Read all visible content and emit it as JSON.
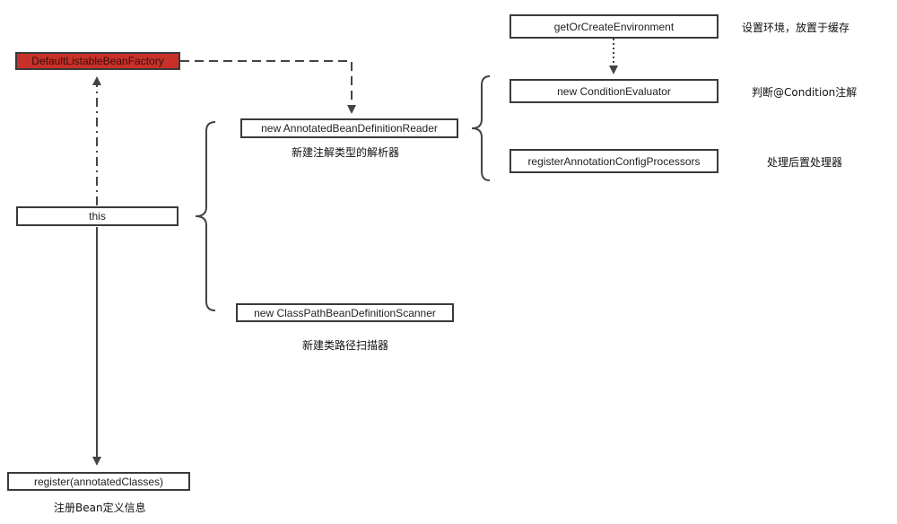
{
  "nodes": {
    "factory": "DefaultListableBeanFactory",
    "this": "this",
    "register": "register(annotatedClasses)",
    "reader": "new AnnotatedBeanDefinitionReader",
    "scanner": "new ClassPathBeanDefinitionScanner",
    "env": "getOrCreateEnvironment",
    "evaluator": "new ConditionEvaluator",
    "processors": "registerAnnotationConfigProcessors"
  },
  "captions": {
    "reader": "新建注解类型的解析器",
    "scanner": "新建类路径扫描器",
    "register": "注册Bean定义信息",
    "env": "设置环境，放置于缓存",
    "evaluator": "判断@Condition注解",
    "processors": "处理后置处理器"
  },
  "colors": {
    "factory_fill": "#c8312a",
    "line": "#444444"
  }
}
